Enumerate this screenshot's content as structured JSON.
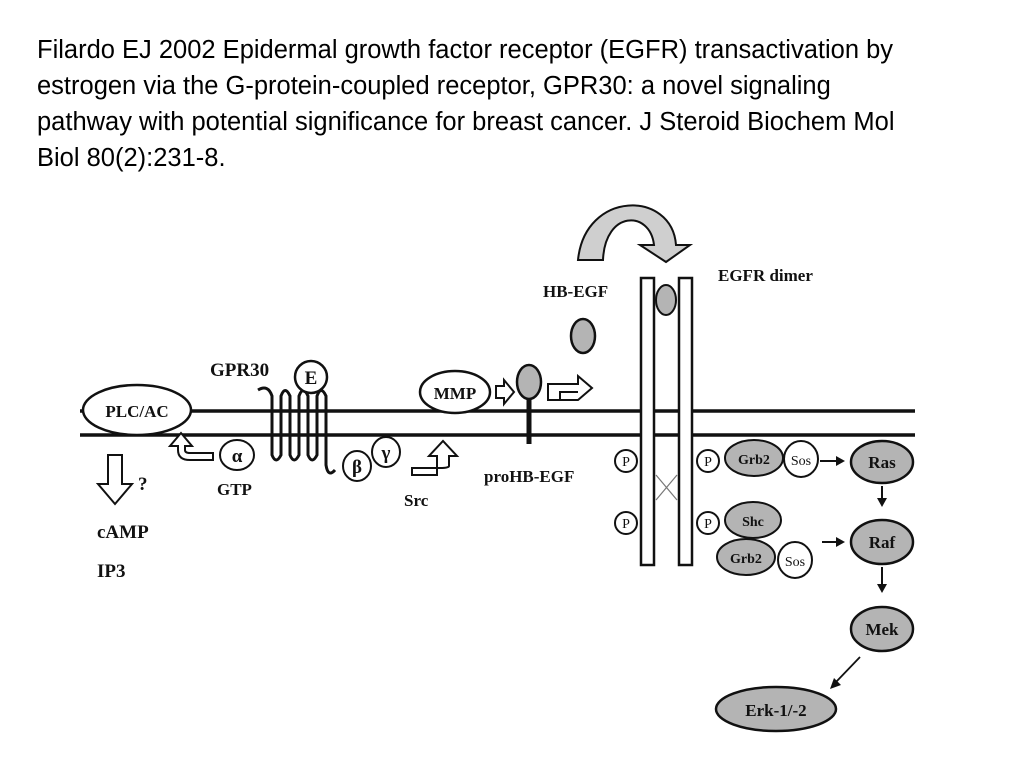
{
  "citation": "Filardo EJ 2002 Epidermal growth factor receptor (EGFR) transactivation by estrogen via the G-protein-coupled receptor, GPR30: a novel signaling pathway with potential significance for breast cancer. J Steroid Biochem Mol Biol 80(2):231-8.",
  "diagram": {
    "plc_ac": "PLC/AC",
    "gpr30": "GPR30",
    "estrogen": "E",
    "alpha": "α",
    "beta": "β",
    "gamma": "γ",
    "gtp": "GTP",
    "question": "?",
    "camp": "cAMP",
    "ip3": "IP3",
    "mmp": "MMP",
    "src": "Src",
    "prohbegf": "proHB-EGF",
    "hbegf": "HB-EGF",
    "egfr_dimer": "EGFR dimer",
    "p": "P",
    "grb2": "Grb2",
    "sos": "Sos",
    "shc": "Shc",
    "ras": "Ras",
    "raf": "Raf",
    "mek": "Mek",
    "erk": "Erk-1/-2"
  },
  "colors": {
    "grey_fill": "#b4b4b4",
    "light_grey": "#cfcfcf",
    "ink": "#111111"
  }
}
